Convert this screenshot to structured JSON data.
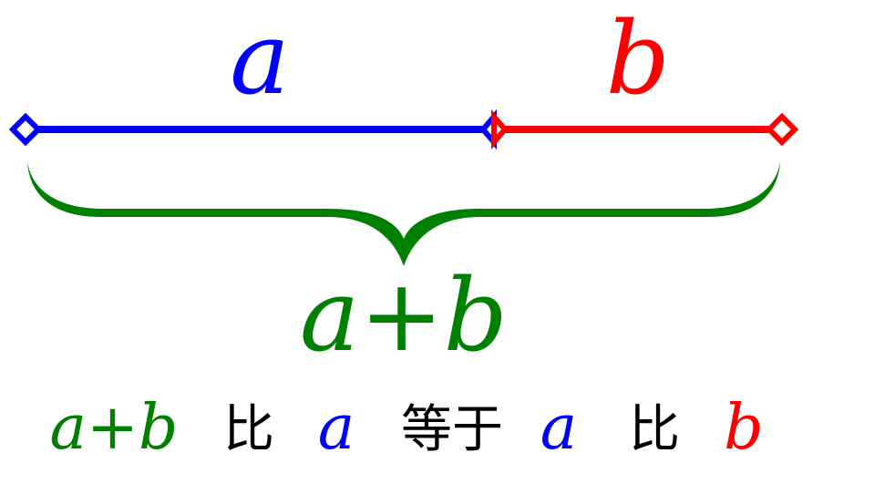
{
  "labels": {
    "a": "a",
    "b": "b",
    "sum": "a+b"
  },
  "caption": {
    "sum": "a+b",
    "ratio1": "比",
    "a1": "a",
    "equals": "等于",
    "a2": "a",
    "ratio2": "比",
    "b": "b"
  },
  "colors": {
    "a": "#0000ff",
    "b": "#ff0000",
    "sum": "#008000",
    "text": "#000000"
  }
}
